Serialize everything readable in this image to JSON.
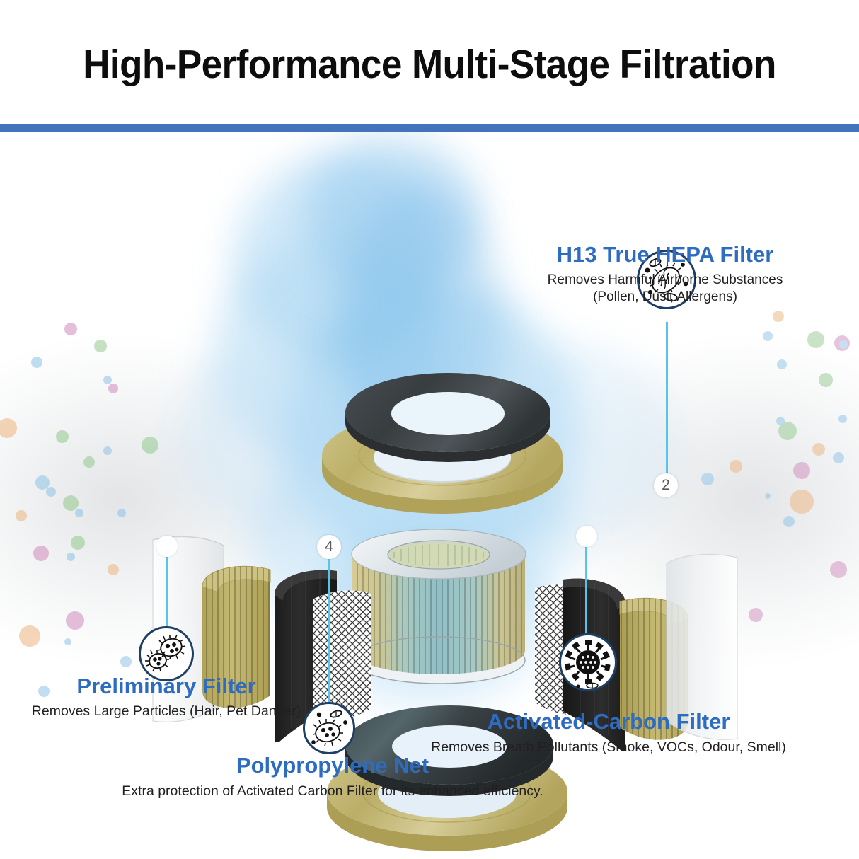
{
  "header": {
    "title": "High-Performance Multi-Stage Filtration",
    "divider_color": "#4273bb"
  },
  "theme": {
    "accent_blue": "#2d6cc0",
    "callout_line": "#5bc3e8",
    "icon_outline": "#1d3f66",
    "text_dark": "#231f20",
    "gold": "#b4a75e",
    "charcoal": "#3b3f42",
    "teal": "#8fc3c9"
  },
  "stages": [
    {
      "id": "preliminary",
      "title": "Preliminary Filter",
      "description": "Removes Large Particles (Hair, Pet Dander)",
      "marker": "",
      "icon": "bacteria-cluster-icon"
    },
    {
      "id": "hepa",
      "title": "H13 True HEPA Filter",
      "description_line1": "Removes Harmful Airborne Substances",
      "description_line2": "(Pollen, Dust, Allergens)",
      "marker": "2",
      "icon": "bacillus-icon"
    },
    {
      "id": "carbon",
      "title": "Activated-Carbon Filter",
      "description": "Removes Breath Pollutants (Smoke, VOCs, Odour, Smell)",
      "marker": "",
      "icon": "virus-icon"
    },
    {
      "id": "net",
      "title": "Polypropylene Net",
      "description": "Extra protection of Activated Carbon Filter for its enhanced efficiency.",
      "marker": "4",
      "icon": "germ-icon"
    }
  ]
}
